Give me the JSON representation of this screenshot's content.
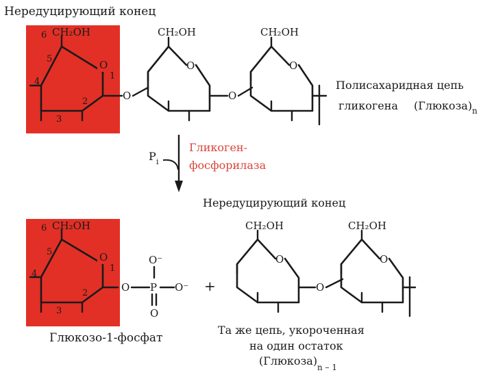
{
  "top": {
    "heading": "Нередуцирующий конец",
    "chain_line1": "Полисахаридная цепь",
    "chain_line2": "гликогена",
    "chain_formula": "(Глюкоза)",
    "chain_subscript": "n",
    "link_o": "O",
    "ring_o": "O",
    "ch2oh": "CH₂OH",
    "positions": [
      "6",
      "5",
      "4",
      "3",
      "2",
      "1"
    ]
  },
  "reaction": {
    "reagent": "P",
    "reagent_subscript": "i",
    "enzyme_line1": "Гликоген-",
    "enzyme_line2": "фосфорилаза",
    "enzyme_color": "#d9453a"
  },
  "bottom": {
    "heading": "Нередуцирующий конец",
    "phosphate": {
      "ester_o": "O",
      "p": "P",
      "o_top": "O⁻",
      "o_right": "O⁻",
      "o_bottom": "O"
    },
    "plus": "+",
    "product_name": "Глюкозо-1-фосфат",
    "remainder_line1": "Та  же цепь, укороченная",
    "remainder_line2": "на один остаток",
    "remainder_formula": "(Глюкоза)",
    "remainder_subscript": "n – 1"
  },
  "colors": {
    "highlight": "#e23026",
    "text": "#1a1a1a"
  }
}
